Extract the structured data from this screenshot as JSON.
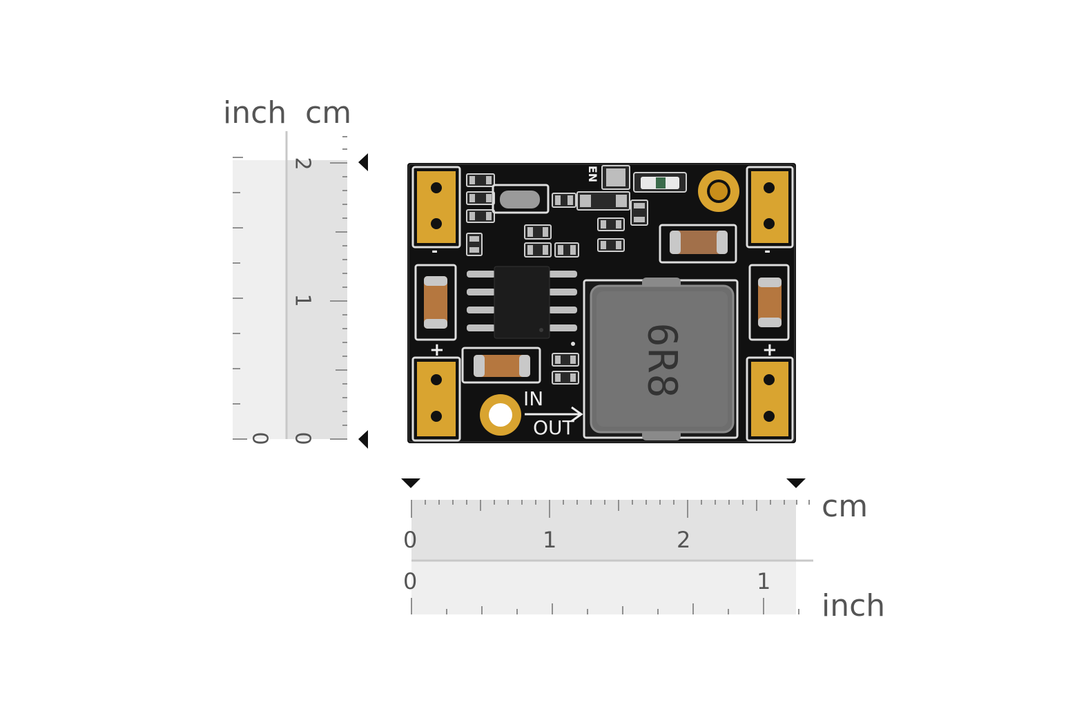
{
  "vertical_ruler": {
    "unit_left": "inch",
    "unit_right": "cm",
    "inch_labels": [
      "0"
    ],
    "cm_labels": [
      "2",
      "1",
      "0"
    ]
  },
  "horizontal_ruler": {
    "unit_top": "cm",
    "unit_bottom": "inch",
    "cm_labels": [
      "0",
      "1",
      "2"
    ],
    "inch_labels": [
      "0",
      "1"
    ]
  },
  "board": {
    "inductor_marking": "6R8",
    "silk_in": "IN",
    "silk_out": "OUT",
    "silk_en": "EN",
    "pad_minus_left": "-",
    "pad_minus_right": "-",
    "pad_plus_left": "+",
    "pad_plus_right": "+"
  },
  "colors": {
    "pcb": "#111111",
    "gold": "#d9a430",
    "ruler_fill": "#e6e6e6",
    "ruler_tick": "#888888",
    "inductor": "#6e6e6e"
  }
}
